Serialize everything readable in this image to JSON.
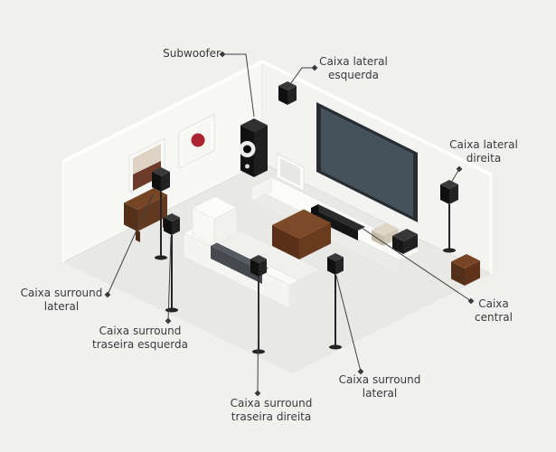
{
  "diagram": {
    "title_hint": "home-theater-speaker-placement",
    "language": "pt-BR"
  },
  "labels": {
    "subwoofer": "Subwoofer",
    "caixa_lateral_esquerda": "Caixa lateral\nesquerda",
    "caixa_lateral_direita": "Caixa lateral\ndireita",
    "caixa_central": "Caixa\ncentral",
    "caixa_surround_lateral_left": "Caixa surround\nlateral",
    "caixa_surround_traseira_esquerda": "Caixa surround\ntraseira esquerda",
    "caixa_surround_traseira_direita": "Caixa surround\ntraseira direita",
    "caixa_surround_lateral_right": "Caixa surround\nlateral"
  },
  "colors": {
    "background": "#f0f0ef",
    "floor": "#e8e8e6",
    "wall_left": "#f7f7f5",
    "wall_right": "#f3f3f1",
    "leader_line": "#414141",
    "label_text": "#3a3a3a",
    "speaker_black": "#141414",
    "wood_brown": "#6a3c1f",
    "accent_red": "#a92430",
    "sofa_white": "#f4f4f2",
    "tv_screen": "#46525b"
  }
}
